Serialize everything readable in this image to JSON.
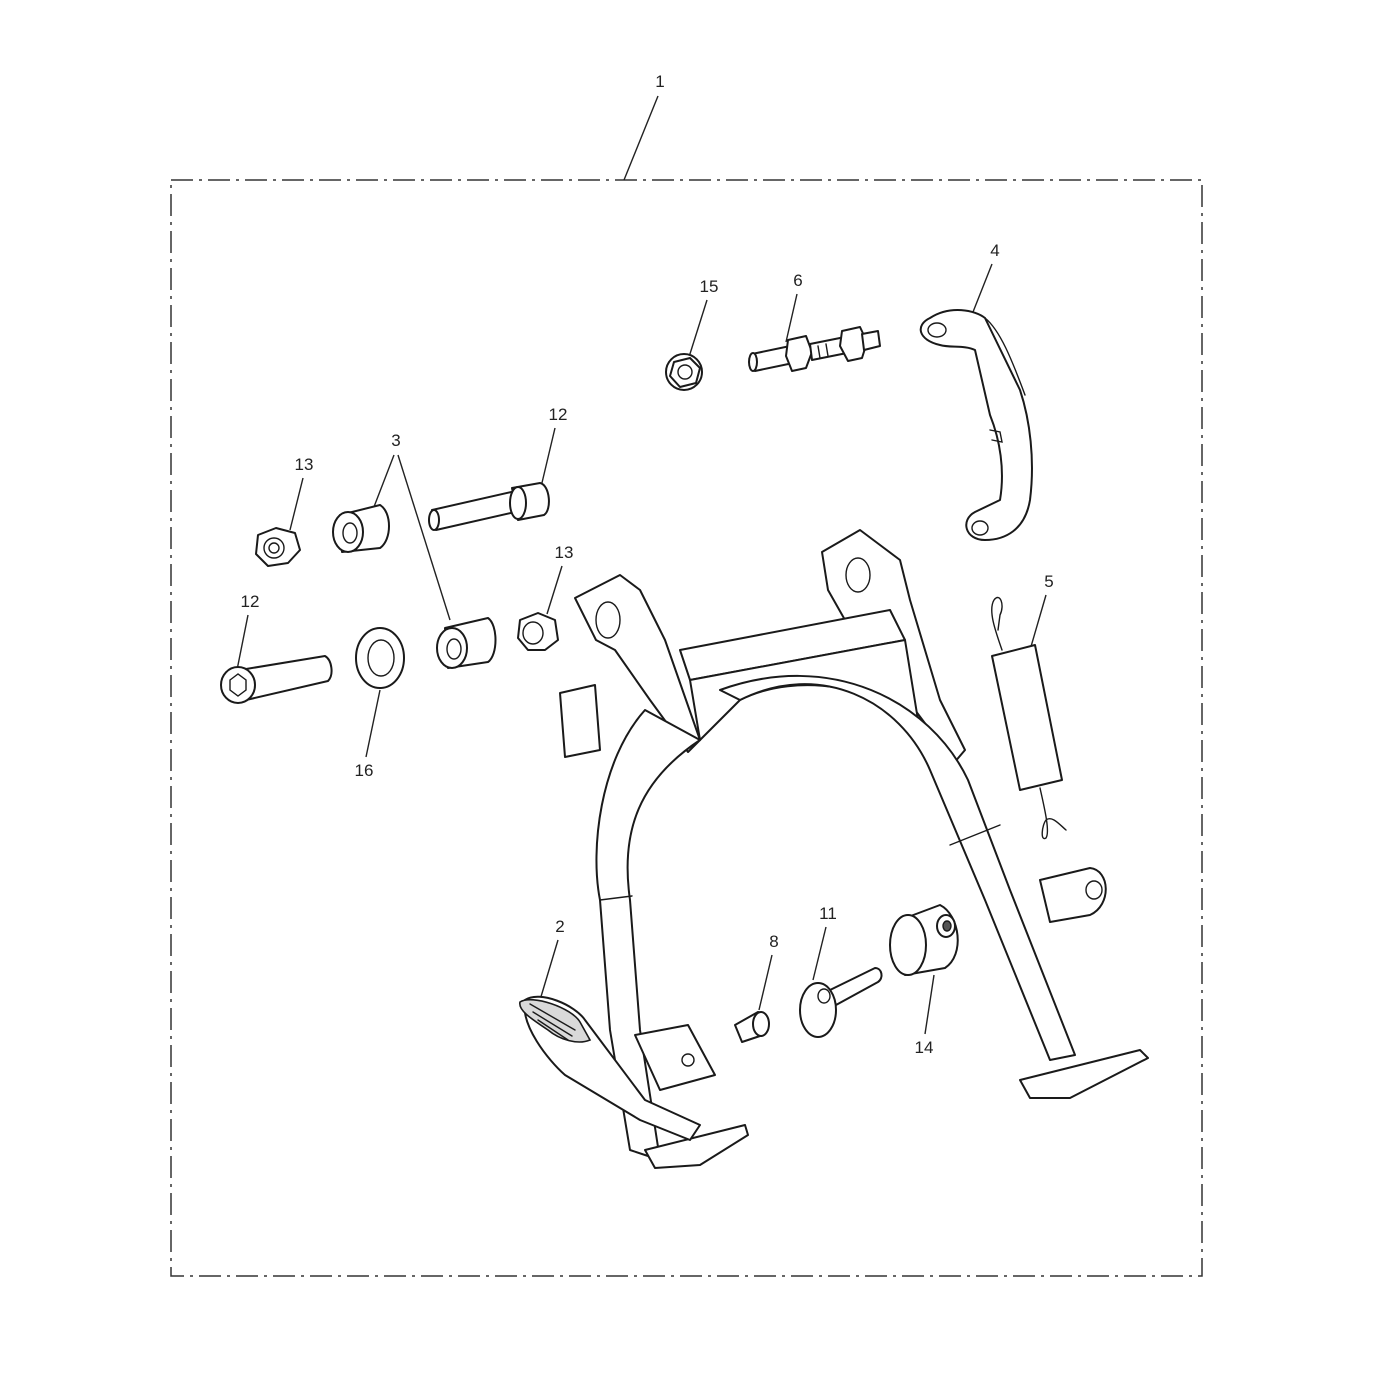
{
  "callouts": {
    "c1": "1",
    "c2": "2",
    "c3": "3",
    "c4": "4",
    "c5": "5",
    "c6": "6",
    "c8": "8",
    "c11": "11",
    "c12a": "12",
    "c12b": "12",
    "c13a": "13",
    "c13b": "13",
    "c14": "14",
    "c15": "15",
    "c16": "16"
  }
}
